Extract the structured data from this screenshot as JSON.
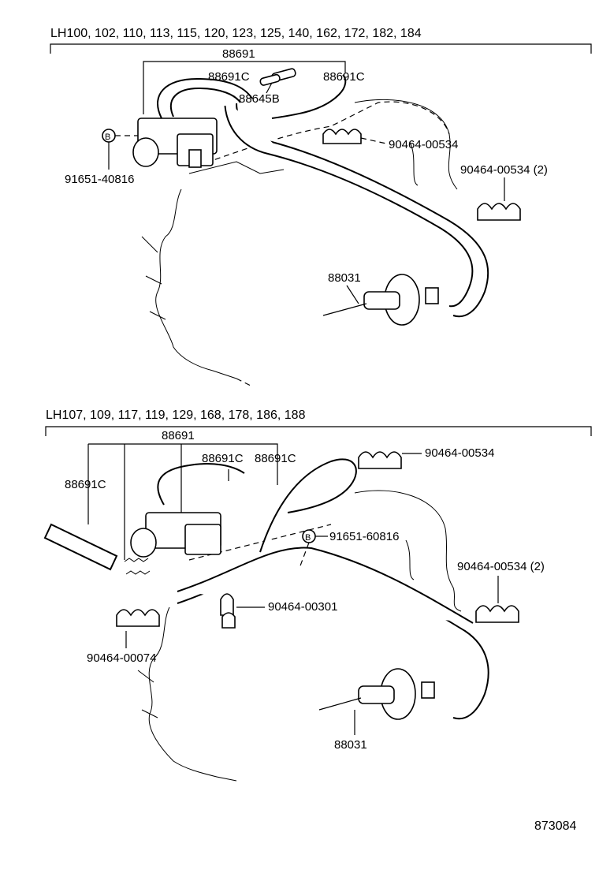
{
  "sections": [
    {
      "header": "LH100, 102, 110, 113, 115, 120, 123, 125, 140, 162, 172, 182, 184",
      "labels": {
        "vsv": "88691",
        "hose_a": "88691C",
        "hose_b": "88691C",
        "connector": "88645B",
        "clamp_a": "90464-00534",
        "clamp_b": "90464-00534 (2)",
        "bolt": "91651-40816",
        "actuator": "88031"
      }
    },
    {
      "header": "LH107, 109, 117, 119, 129, 168, 178, 186, 188",
      "labels": {
        "vsv": "88691",
        "hose_a": "88691C",
        "hose_b": "88691C",
        "hose_c": "88691C",
        "clamp_a": "90464-00534",
        "clamp_b": "90464-00534 (2)",
        "clamp_c": "90464-00301",
        "clamp_d": "90464-00074",
        "bolt": "91651-60816",
        "actuator": "88031"
      }
    }
  ],
  "bolt_mark": "B",
  "figure_number": "873084"
}
